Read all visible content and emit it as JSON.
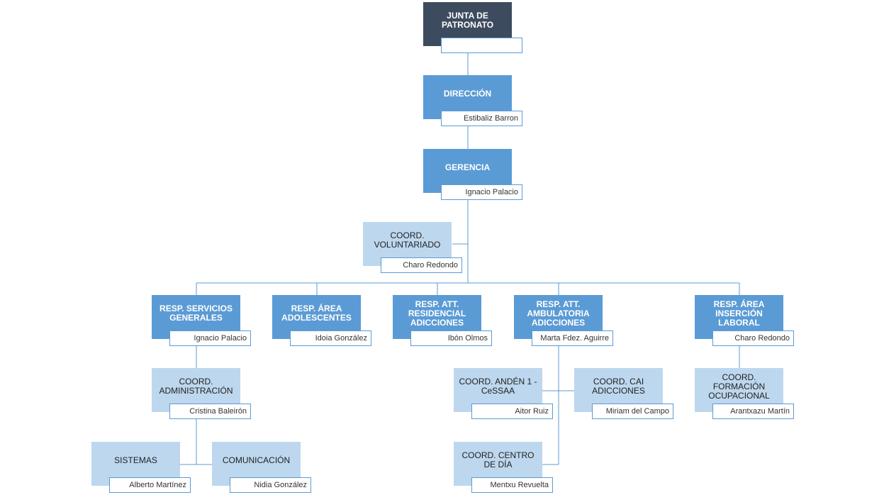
{
  "colors": {
    "top_box": "#3d4b5f",
    "mid_box": "#5b9bd5",
    "light_box": "#bdd7ee",
    "connector": "#5b9bd5"
  },
  "nodes": {
    "junta": {
      "title": "JUNTA DE PATRONATO",
      "name": ""
    },
    "direccion": {
      "title": "DIRECCIÓN",
      "name": "Estibaliz Barron"
    },
    "gerencia": {
      "title": "GERENCIA",
      "name": "Ignacio Palacio"
    },
    "voluntariado": {
      "title": "COORD. VOLUNTARIADO",
      "name": "Charo Redondo"
    },
    "servicios": {
      "title": "RESP. SERVICIOS GENERALES",
      "name": "Ignacio Palacio"
    },
    "adolescentes": {
      "title": "RESP. ÁREA ADOLESCENTES",
      "name": "Idoia González"
    },
    "residencial": {
      "title": "RESP. ATT. RESIDENCIAL ADICCIONES",
      "name": "Ibón Olmos"
    },
    "ambulatoria": {
      "title": "RESP. ATT. AMBULATORIA ADICCIONES",
      "name": "Marta Fdez. Aguirre"
    },
    "insercion": {
      "title": "RESP. ÁREA INSERCIÓN LABORAL",
      "name": "Charo Redondo"
    },
    "administracion": {
      "title": "COORD. ADMINISTRACIÓN",
      "name": "Cristina Baleirón"
    },
    "sistemas": {
      "title": "SISTEMAS",
      "name": "Alberto Martínez"
    },
    "comunicacion": {
      "title": "COMUNICACIÓN",
      "name": "Nidia González"
    },
    "anden": {
      "title": "COORD. ANDÉN 1 - CeSSAA",
      "name": "Aitor Ruiz"
    },
    "cai": {
      "title": "COORD. CAI ADICCIONES",
      "name": "Miriam del Campo"
    },
    "centro_dia": {
      "title": "COORD. CENTRO DE DÍA",
      "name": "Mentxu Revuelta"
    },
    "formacion": {
      "title": "COORD. FORMACIÓN OCUPACIONAL",
      "name": "Arantxazu Martín"
    }
  }
}
